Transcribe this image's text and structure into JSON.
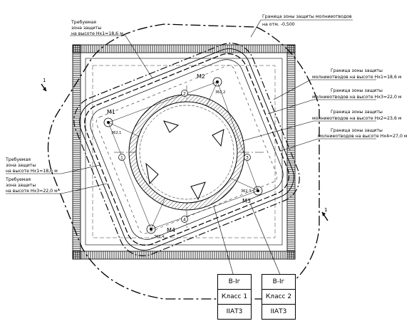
{
  "labels": {
    "boundary_ground": [
      "Граница зоны защиты молниеотводов",
      "на отм. -0,500"
    ],
    "required_top": [
      "Требуемая",
      "зона защиты",
      "на высоте Нх1=18,6 м"
    ],
    "zone_hx1": [
      "Граница зоны защиты",
      "молниеотводов на высоте Нх1=18,6 м"
    ],
    "zone_hx3": [
      "Граница зоны защиты",
      "молниеотводов на высоте Нх3=22,0 м"
    ],
    "zone_hx2": [
      "Граница зоны защиты",
      "молниеотводов на высоте Нх2=23,6 м"
    ],
    "zone_hx4": [
      "Граница зоны защиты",
      "молниеотводов на высоте Нх4=27,0 м"
    ],
    "required_left_1": [
      "Требуемая",
      "зона защиты",
      "на высоте Нх1=18,6 м"
    ],
    "required_left_3": [
      "Требуемая",
      "зона защиты",
      "на высоте Нх3=22,0 м"
    ]
  },
  "masts": [
    {
      "name": "М1",
      "radius_label": "362,1"
    },
    {
      "name": "М2",
      "radius_label": "362,2"
    },
    {
      "name": "М3",
      "radius_label": "362,3"
    },
    {
      "name": "М4",
      "radius_label": "362,4"
    }
  ],
  "axes": [
    "1",
    "2",
    "3",
    "4"
  ],
  "section_marks": [
    "1",
    "1"
  ],
  "class_boxes": [
    {
      "rows": [
        "В-Iг",
        "Класс 1",
        "IIАТ3"
      ]
    },
    {
      "rows": [
        "В-Iг",
        "Класс 2",
        "IIАТ3"
      ]
    }
  ]
}
